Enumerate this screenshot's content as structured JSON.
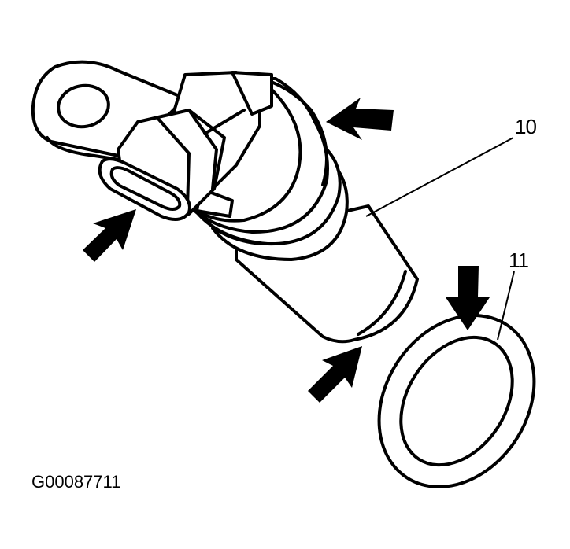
{
  "callouts": [
    {
      "id": "sensor",
      "label": "10"
    },
    {
      "id": "oring",
      "label": "11"
    }
  ],
  "figure_id": "G00087711",
  "colors": {
    "line": "#000000",
    "background": "#ffffff"
  }
}
